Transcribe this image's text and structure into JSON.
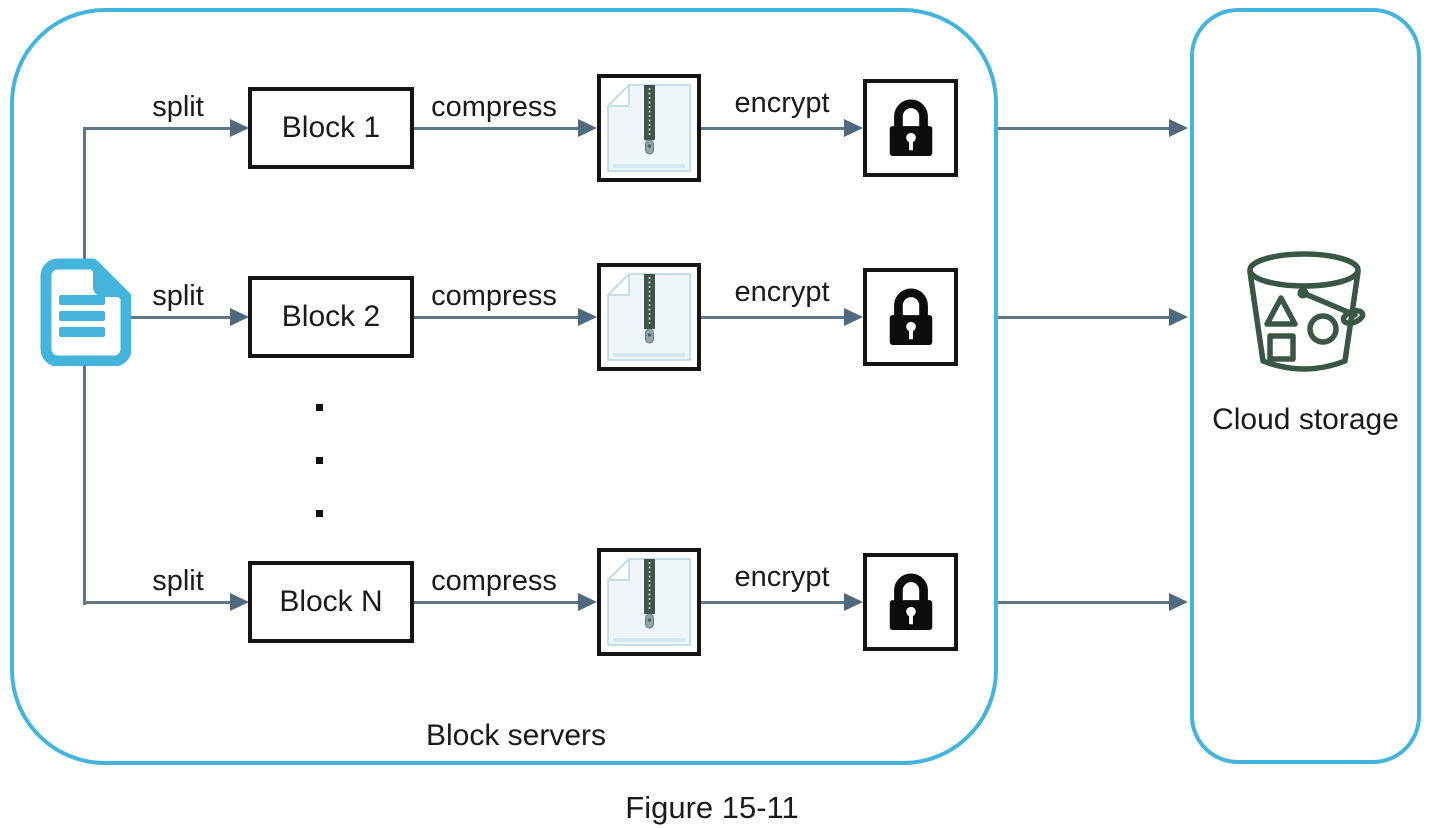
{
  "figure_caption": "Figure 15-11",
  "block_servers": {
    "label": "Block servers",
    "rows": [
      {
        "split": "split",
        "block": "Block 1",
        "compress": "compress",
        "encrypt": "encrypt"
      },
      {
        "split": "split",
        "block": "Block 2",
        "compress": "compress",
        "encrypt": "encrypt"
      },
      {
        "split": "split",
        "block": "Block N",
        "compress": "compress",
        "encrypt": "encrypt"
      }
    ],
    "ellipsis_dots": 3
  },
  "cloud_storage": {
    "label": "Cloud storage"
  },
  "icons": {
    "source_file": "document-icon",
    "compressed_file": "zip-file-icon",
    "encrypted_file": "lock-icon",
    "cloud_bucket": "storage-bucket-icon"
  },
  "colors": {
    "container_border": "#45b4dc",
    "arrow": "#5d7689",
    "box_border": "#141414",
    "file_icon": "#45b4dc",
    "bucket_icon": "#3a5745",
    "text": "#1a1a1a"
  }
}
